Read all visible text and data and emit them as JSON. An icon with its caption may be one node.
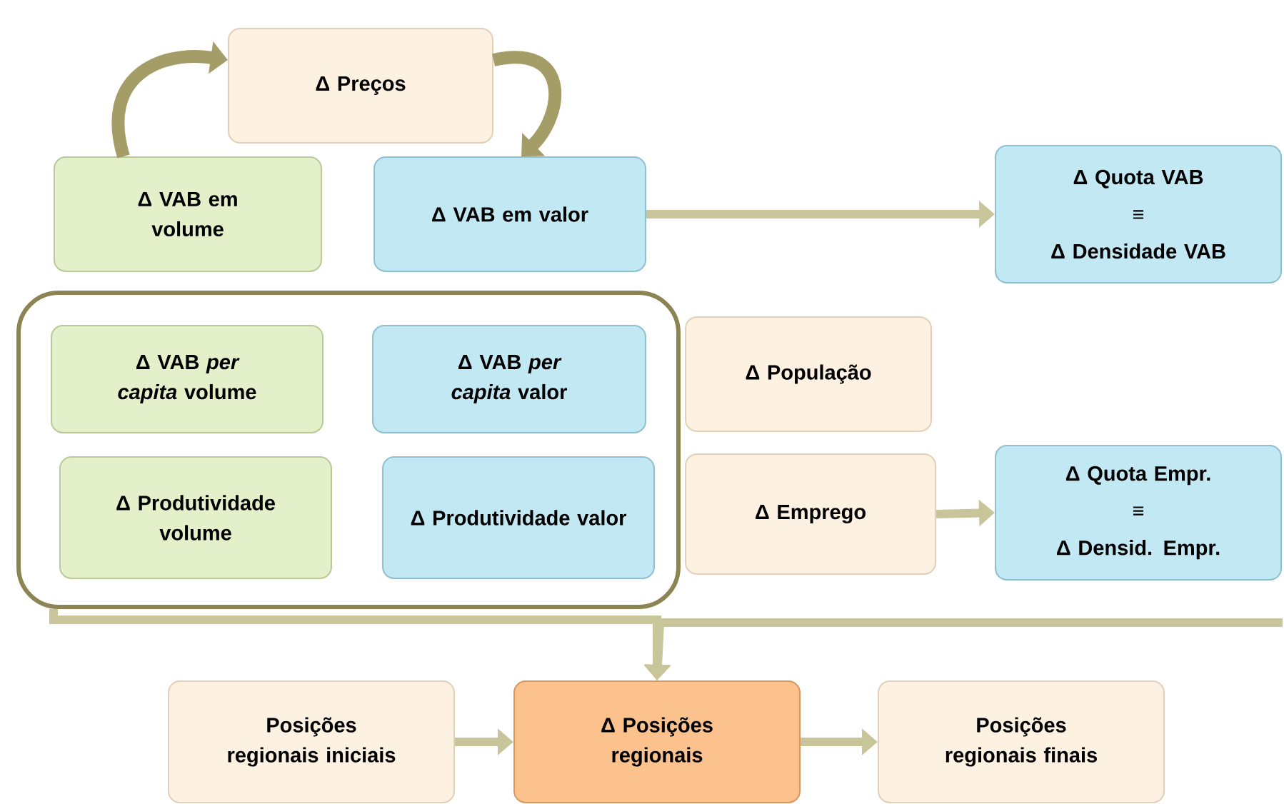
{
  "diagram": {
    "nodes": [
      {
        "text": [
          "Δ Preços"
        ]
      },
      {
        "text": [
          "Δ VAB em volume"
        ]
      },
      {
        "text": [
          "Δ VAB em valor"
        ]
      },
      {
        "text": [
          "Δ Quota VAB",
          "≡",
          "Δ Densidade VAB"
        ]
      },
      {
        "text": [],
        "shape": "box"
      },
      {
        "text": [
          "Δ VAB *per capita* volume"
        ],
        "in": 4
      },
      {
        "text": [
          "Δ VAB *per capita* valor"
        ],
        "in": 4
      },
      {
        "text": [
          "Δ Produtividade volume"
        ],
        "in": 4
      },
      {
        "text": [
          "Δ Produtividade valor"
        ],
        "in": 4
      },
      {
        "text": [
          "Δ População"
        ]
      },
      {
        "text": [
          "Δ Emprego"
        ]
      },
      {
        "text": [
          "Δ Quota  Empr.",
          "≡",
          "Δ Densid. Empr."
        ]
      },
      {
        "text": [
          "Posições regionais iniciais"
        ]
      },
      {
        "text": [
          "Δ Posições regionais"
        ]
      },
      {
        "text": [
          "Posições regionais finais"
        ]
      }
    ],
    "edges": [
      {
        "from": 1,
        "to": 0,
        "arrow": "to"
      },
      {
        "from": 0,
        "to": 2,
        "arrow": "to"
      },
      {
        "from": 2,
        "to": 3,
        "arrow": "to"
      },
      {
        "from": 10,
        "to": 11,
        "arrow": "to"
      },
      {
        "from": 4,
        "to": 13,
        "arrow": "to"
      },
      {
        "from": null,
        "to": 13,
        "arrow": "to"
      },
      {
        "from": 12,
        "to": 13,
        "arrow": "to"
      },
      {
        "from": 13,
        "to": 14,
        "arrow": "to"
      }
    ]
  }
}
